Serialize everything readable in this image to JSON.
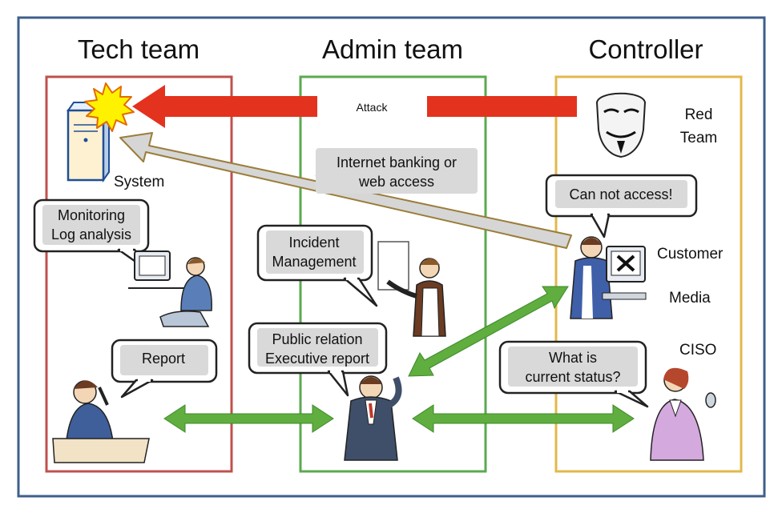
{
  "columns": {
    "tech": "Tech team",
    "admin": "Admin team",
    "controller": "Controller"
  },
  "colors": {
    "frame": "#3f5f8c",
    "tech_border": "#c0504d",
    "admin_border": "#5aaa4f",
    "controller_border": "#e3b84b",
    "attack_arrow": "#e3321e",
    "access_arrow": "#d6d6d6",
    "green_arrow": "#5fae3f",
    "bubble_fill": "#d9d9d9"
  },
  "attack": {
    "label": "Attack"
  },
  "labels": {
    "system": "System",
    "red_team_line1": "Red",
    "red_team_line2": "Team",
    "customer": "Customer",
    "media": "Media",
    "ciso": "CISO"
  },
  "bubbles": {
    "internet_banking": [
      "Internet banking or",
      "web access"
    ],
    "cannot_access": [
      "Can not access!"
    ],
    "monitoring": [
      "Monitoring",
      "Log analysis"
    ],
    "incident": [
      "Incident",
      "Management"
    ],
    "report": [
      "Report"
    ],
    "public_relation": [
      "Public relation",
      "Executive report"
    ],
    "current_status": [
      "What is",
      "current status?"
    ]
  },
  "icons": {
    "server": "server-icon",
    "explosion": "explosion-icon",
    "mask": "anonymous-mask-icon",
    "error_monitor": "error-monitor-icon"
  }
}
